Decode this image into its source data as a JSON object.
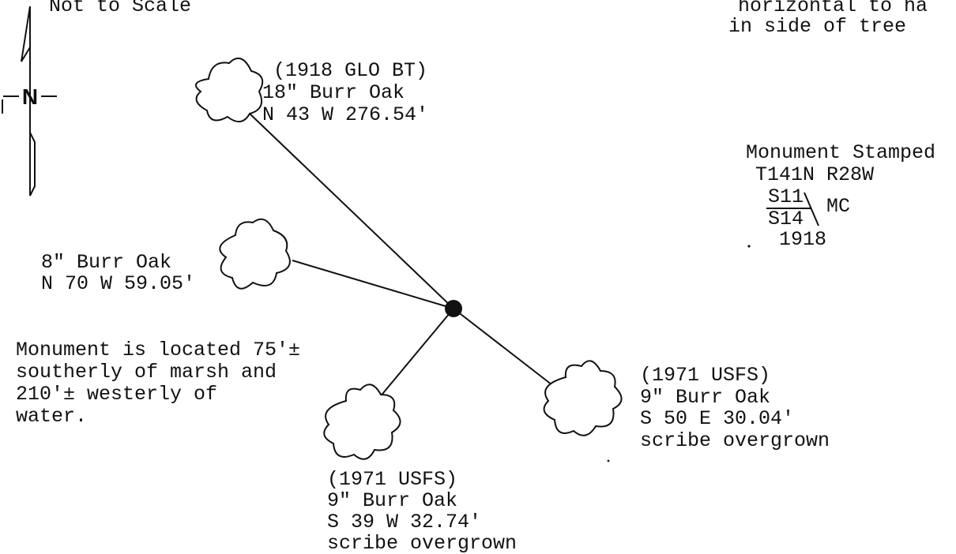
{
  "header": {
    "scale_note": "Not to Scale",
    "top_right_note": [
      "horizontal to ha",
      "in side of tree"
    ]
  },
  "north_arrow": {
    "label": "N"
  },
  "trees": [
    {
      "id": "nw-18",
      "lines": [
        "(1918 GLO BT)",
        "18\" Burr Oak",
        "N 43 W 276.54'"
      ]
    },
    {
      "id": "w-8",
      "lines": [
        "8\" Burr Oak",
        "N 70 W 59.05'"
      ]
    },
    {
      "id": "se-9",
      "lines": [
        "(1971 USFS)",
        "9\" Burr Oak",
        "S 50 E 30.04'",
        "scribe overgrown"
      ]
    },
    {
      "id": "sw-9",
      "lines": [
        "(1971 USFS)",
        "9\" Burr Oak",
        "S 39 W 32.74'",
        "scribe overgrown"
      ]
    }
  ],
  "monument_stamp": {
    "heading": "Monument Stamped",
    "township_range": "T141N R28W",
    "section_top": "S11",
    "section_bottom": "S14",
    "mark": "MC",
    "year": "1918"
  },
  "location_note": [
    "Monument is located 75'±",
    "southerly of marsh and",
    "210'± westerly of",
    "water."
  ],
  "colors": {
    "ink": "#111111",
    "paper": "#ffffff"
  }
}
